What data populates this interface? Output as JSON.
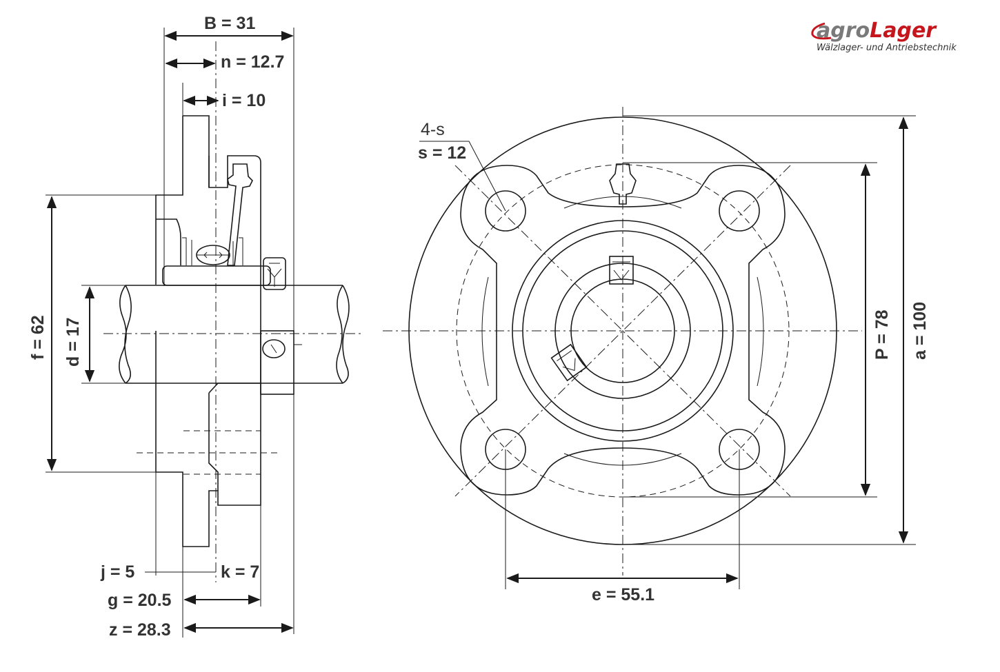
{
  "logo": {
    "brand_part1": "agro",
    "brand_part2": "Lager",
    "tagline": "Wälzlager- und Antriebstechnik",
    "colors": {
      "part1": "#7a7a7a",
      "part2": "#c4161c"
    }
  },
  "dimensions": {
    "B": "B = 31",
    "n": "n = 12.7",
    "i": "i = 10",
    "f": "f = 62",
    "d": "d = 17",
    "j": "j = 5",
    "k": "k = 7",
    "g": "g = 20.5",
    "z": "z = 28.3",
    "holes": "4-s",
    "s": "s = 12",
    "P": "P = 78",
    "a": "a = 100",
    "e": "e = 55.1"
  }
}
